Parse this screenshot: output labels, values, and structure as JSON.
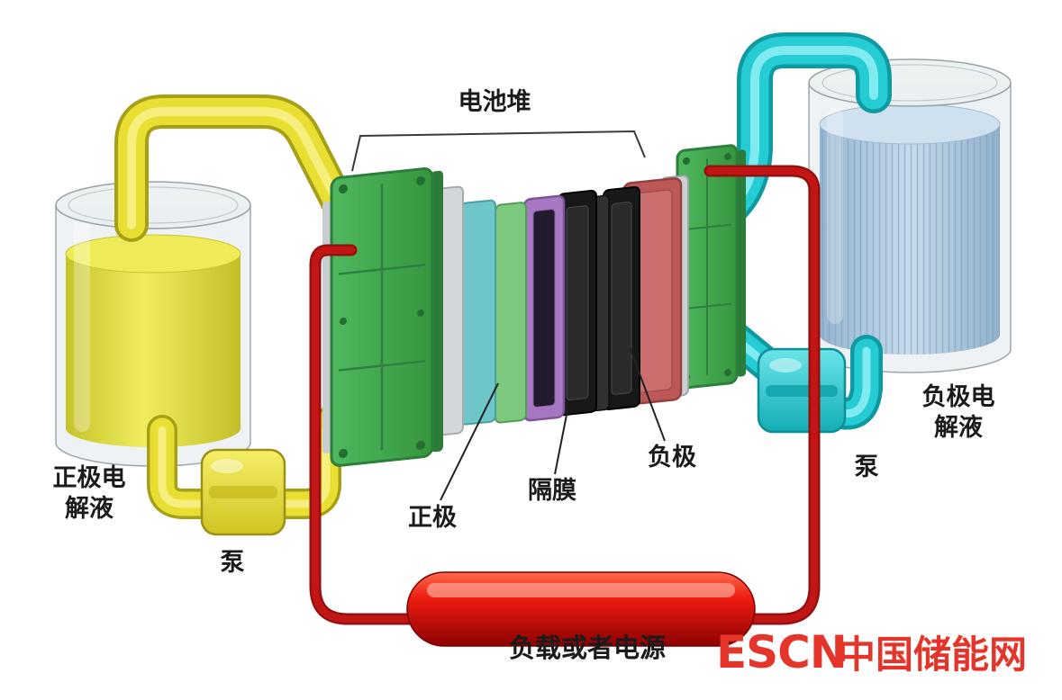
{
  "figure": {
    "type": "flow-battery-system-diagram",
    "description_visible_text_only": true
  },
  "labels": {
    "stack_title": "电池堆",
    "positive_electrolyte_line1": "正极电",
    "positive_electrolyte_line2": "解液",
    "left_pump": "泵",
    "positive_electrode": "正极",
    "membrane": "隔膜",
    "negative_electrode": "负极",
    "negative_electrolyte_line1": "负极电",
    "negative_electrolyte_line2": "解液",
    "right_pump": "泵",
    "load_or_source": "负载或者电源"
  },
  "watermark": {
    "brand": "ESCN",
    "site_name": "中国储能网",
    "color": "#e5352b"
  },
  "colors": {
    "positive_electrolyte": "#e9e54a",
    "negative_electrolyte": "#aac6de",
    "positive_pipe": "#e9df33",
    "negative_pipe": "#25ccd4",
    "circuit_wire": "#c21616",
    "load_capsule": "#e01010",
    "end_plate_green": "#43a952",
    "positive_plate_red": "#bd5858",
    "membrane_frame_black": "#181818",
    "separator_purple": "#a678c2"
  }
}
